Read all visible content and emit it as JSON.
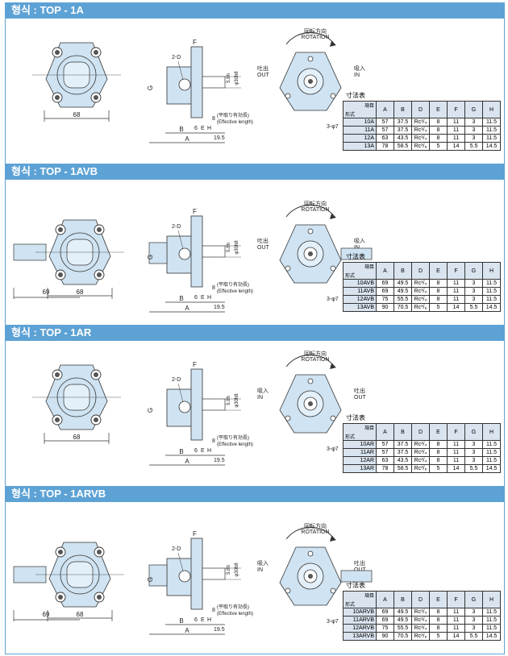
{
  "colors": {
    "band": "#5da2d5",
    "body": "#cfe3f2",
    "line": "#333333",
    "tableHead": "#d9e4ef"
  },
  "labels": {
    "rotation_jp": "回転方向",
    "rotation": "ROTATION",
    "out_jp": "吐出",
    "out": "OUT",
    "in_jp": "吸入",
    "in": "IN",
    "eff_jp": "(平取り有効長)",
    "eff": "(Effective length)",
    "table_title": "寸法表",
    "head_item": "項目",
    "head_model": "形式",
    "hole": "2-D",
    "dia": "φ30h8",
    "key": "5.8h",
    "phi": "3-φ7",
    "dimA": "A",
    "dimB": "B",
    "dimE": "E",
    "dimF": "F",
    "dimG": "G",
    "dimH": "H",
    "d8": "8",
    "d195": "19.5",
    "d6": "6"
  },
  "columns": [
    "A",
    "B",
    "D",
    "E",
    "F",
    "G",
    "H"
  ],
  "sections": [
    {
      "title": "형식 : TOP - 1A",
      "width_label": "68",
      "shaft_label": "",
      "rows": [
        {
          "model": "10A",
          "A": "57",
          "B": "37.5",
          "D": "Rc¹/₄",
          "E": "8",
          "F": "11",
          "G": "3",
          "H": "11.5"
        },
        {
          "model": "11A",
          "A": "57",
          "B": "37.5",
          "D": "Rc¹/₄",
          "E": "8",
          "F": "11",
          "G": "3",
          "H": "11.5"
        },
        {
          "model": "12A",
          "A": "63",
          "B": "43.5",
          "D": "Rc¹/₄",
          "E": "8",
          "F": "11",
          "G": "3",
          "H": "11.5"
        },
        {
          "model": "13A",
          "A": "78",
          "B": "58.5",
          "D": "Rc³/₈",
          "E": "5",
          "F": "14",
          "G": "5.5",
          "H": "14.5"
        }
      ]
    },
    {
      "title": "형식 : TOP - 1AVB",
      "width_label": "68",
      "shaft_label": "69",
      "rows": [
        {
          "model": "10AVB",
          "A": "69",
          "B": "49.5",
          "D": "Rc¹/₄",
          "E": "8",
          "F": "11",
          "G": "3",
          "H": "11.5"
        },
        {
          "model": "11AVB",
          "A": "69",
          "B": "49.5",
          "D": "Rc¹/₄",
          "E": "8",
          "F": "11",
          "G": "3",
          "H": "11.5"
        },
        {
          "model": "12AVB",
          "A": "75",
          "B": "55.5",
          "D": "Rc¹/₄",
          "E": "8",
          "F": "11",
          "G": "3",
          "H": "11.5"
        },
        {
          "model": "13AVB",
          "A": "90",
          "B": "70.5",
          "D": "Rc³/₈",
          "E": "5",
          "F": "14",
          "G": "5.5",
          "H": "14.5"
        }
      ]
    },
    {
      "title": "형식 : TOP - 1AR",
      "width_label": "68",
      "shaft_label": "",
      "rows": [
        {
          "model": "10AR",
          "A": "57",
          "B": "37.5",
          "D": "Rc¹/₄",
          "E": "8",
          "F": "11",
          "G": "3",
          "H": "11.5"
        },
        {
          "model": "11AR",
          "A": "57",
          "B": "37.5",
          "D": "Rc¹/₄",
          "E": "8",
          "F": "11",
          "G": "3",
          "H": "11.5"
        },
        {
          "model": "12AR",
          "A": "63",
          "B": "43.5",
          "D": "Rc¹/₄",
          "E": "8",
          "F": "11",
          "G": "3",
          "H": "11.5"
        },
        {
          "model": "13AR",
          "A": "78",
          "B": "58.5",
          "D": "Rc³/₈",
          "E": "5",
          "F": "14",
          "G": "5.5",
          "H": "14.5"
        }
      ]
    },
    {
      "title": "형식 : TOP - 1ARVB",
      "width_label": "68",
      "shaft_label": "69",
      "rows": [
        {
          "model": "10ARVB",
          "A": "69",
          "B": "49.5",
          "D": "Rc¹/₄",
          "E": "8",
          "F": "11",
          "G": "3",
          "H": "11.5"
        },
        {
          "model": "11ARVB",
          "A": "69",
          "B": "49.5",
          "D": "Rc¹/₄",
          "E": "8",
          "F": "11",
          "G": "3",
          "H": "11.5"
        },
        {
          "model": "12ARVB",
          "A": "75",
          "B": "55.5",
          "D": "Rc¹/₄",
          "E": "8",
          "F": "11",
          "G": "3",
          "H": "11.5"
        },
        {
          "model": "13ARVB",
          "A": "90",
          "B": "70.5",
          "D": "Rc³/₈",
          "E": "5",
          "F": "14",
          "G": "5.5",
          "H": "14.5"
        }
      ]
    }
  ]
}
